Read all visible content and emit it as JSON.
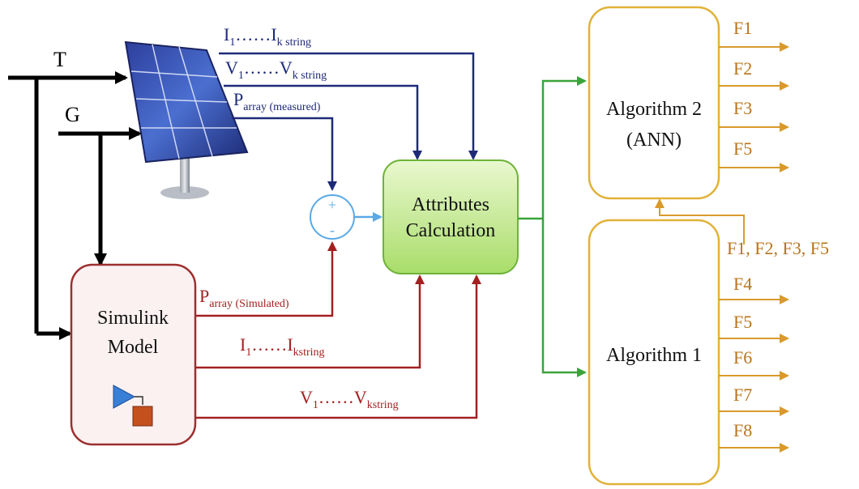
{
  "inputs": {
    "t": "T",
    "g": "G"
  },
  "pv_signals": {
    "current_main": "I",
    "current_sub1": "1",
    "current_dots": "……",
    "current_main2": "I",
    "current_sub2": "k string",
    "voltage_main": "V",
    "voltage_sub1": "1",
    "voltage_dots": "……",
    "voltage_main2": "V",
    "voltage_sub2": "k string",
    "power_main": "P",
    "power_sub": "array (measured)"
  },
  "sim_signals": {
    "power_main": "P",
    "power_sub": "array (Simulated)",
    "current_main": "I",
    "current_sub1": "1",
    "current_dots": "……",
    "current_main2": "I",
    "current_sub2": "kstring",
    "voltage_main": "V",
    "voltage_sub1": "1",
    "voltage_dots": "……",
    "voltage_main2": "V",
    "voltage_sub2": "kstring"
  },
  "summing_junction": {
    "plus": "+",
    "minus": "-"
  },
  "blocks": {
    "simulink_line1": "Simulink",
    "simulink_line2": "Model",
    "attributes_line1": "Attributes",
    "attributes_line2": "Calculation",
    "algo2_line1": "Algorithm 2",
    "algo2_line2": "(ANN)",
    "algo1": "Algorithm 1"
  },
  "outputs": {
    "algo2": [
      "F1",
      "F2",
      "F3",
      "F5"
    ],
    "algo1_feedback": "F1, F2, F3, F5",
    "algo1": [
      "F4",
      "F5",
      "F6",
      "F7",
      "F8"
    ]
  },
  "colors": {
    "black_arrow": "#000000",
    "navy_arrow": "#1e2a78",
    "red_arrow": "#a32020",
    "green_arrow": "#3aa33a",
    "light_blue_arrow": "#5aa9e6",
    "orange": "#d99a2b",
    "orange_text": "#b8741a"
  }
}
